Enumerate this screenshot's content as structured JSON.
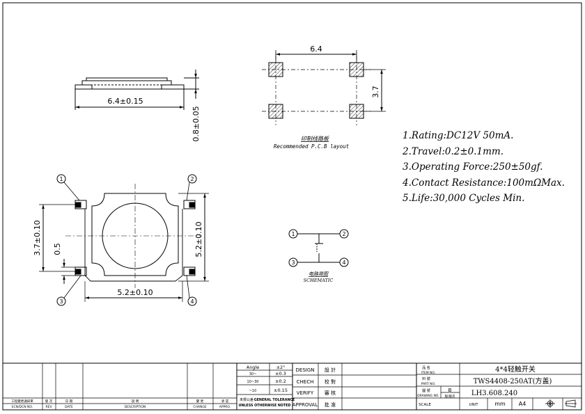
{
  "dims": {
    "side_length": "6.4±0.15",
    "side_height": "0.8±0.05",
    "pcb_width": "6.4",
    "pcb_height": "3.7",
    "top_left": "3.7±0.10",
    "top_mid": "0.5",
    "top_right": "5.2±0.10",
    "top_bottom": "5.2±0.10"
  },
  "pins": [
    "1",
    "2",
    "3",
    "4"
  ],
  "pcb_caption": {
    "cn": "印制线路板",
    "en": "Recommended P.C.B layout"
  },
  "schematic_caption": {
    "cn": "电路简图",
    "en": "SCHEMATIC"
  },
  "specs": [
    "1.Rating:DC12V 50mA.",
    "2.Travel:0.2±0.1mm.",
    "3.Operating Force:250±50gf.",
    "4.Contact Resistance:100mΩMax.",
    "5.Life:30,000 Cycles Min."
  ],
  "title_block": {
    "rev_cols": [
      {
        "cn": "工程變更通知單",
        "en": "ECN/DCN NO."
      },
      {
        "cn": "版 次",
        "en": "REV"
      },
      {
        "cn": "日 期",
        "en": "DATE"
      },
      {
        "cn": "說 明",
        "en": "DESCRIPTION"
      },
      {
        "cn": "變 更",
        "en": "CHANGE"
      },
      {
        "cn": "承 認",
        "en": "APPRO."
      }
    ],
    "tolerance": {
      "angle_label": "Angle",
      "angle_value": "±2°",
      "rows": [
        {
          "range": "30~",
          "value": "±0.3"
        },
        {
          "range": "10~30",
          "value": "±0.2"
        },
        {
          "range": "~10",
          "value": "±0.15"
        }
      ],
      "general_cn": "未標公差",
      "general_en": "GENERAL TOLERANCE",
      "unless": "UNLESS OTHERWISE NOTED"
    },
    "sign_rows": [
      {
        "en": "DESIGN",
        "cn": "設 計"
      },
      {
        "en": "CHECH",
        "cn": "校 對"
      },
      {
        "en": "VERIFY",
        "cn": "審 核"
      },
      {
        "en": "APPROVAL",
        "cn": "批 准"
      }
    ],
    "item_name_cn": "品 名",
    "item_name_en": "ITEM NO.",
    "item_name": "4*4轻触开关",
    "part_no_cn": "料 號",
    "part_no_en": "PART NO.",
    "part_no": "TWS4408-250AT(方盖)",
    "drawing_no_cn": "圖 號",
    "drawing_no_en": "DRAWING NO.",
    "version_label": "B",
    "version_sub": "版/版次",
    "drawing_no": "LH3.608.240",
    "scale_label": "SCALE",
    "unit_label": "UNIT",
    "unit_value": "mm",
    "paper_size": "A4"
  }
}
